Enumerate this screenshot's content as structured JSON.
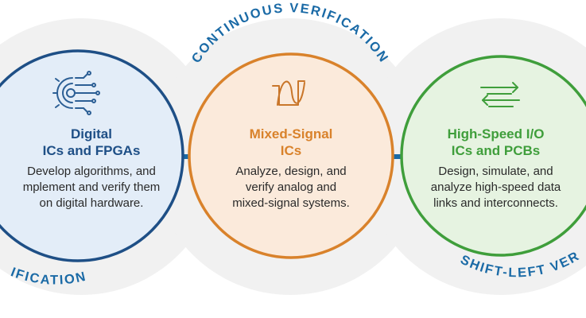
{
  "labels": {
    "continuous": "CONTINUOUS VERIFICATION",
    "left_partial": "IFICATION",
    "right_partial": "SHIFT-LEFT VER"
  },
  "cards": {
    "digital": {
      "icon": "chip-circuit-icon",
      "title": "Digital\nICs and FPGAs",
      "description": "Develop algorithms, and\nmplement and verify them\non digital hardware."
    },
    "mixed": {
      "icon": "analog-digital-waveform-icon",
      "title": "Mixed-Signal\nICs",
      "description": "Analyze, design, and\nverify analog and\nmixed-signal systems."
    },
    "highspeed": {
      "icon": "data-transfer-arrows-icon",
      "title": "High-Speed I/O\nICs and PCBs",
      "description": "Design, simulate, and\nanalyze high-speed data\nlinks and interconnects."
    }
  },
  "colors": {
    "connector": "#1a6aa6",
    "digital_ring": "#1e4f86",
    "digital_fill": "#e3edf8",
    "mixed_ring": "#d9822b",
    "mixed_fill": "#fbeadb",
    "highspeed_ring": "#3f9e3b",
    "highspeed_fill": "#e6f3e1",
    "halo": "#f0f0f0"
  }
}
